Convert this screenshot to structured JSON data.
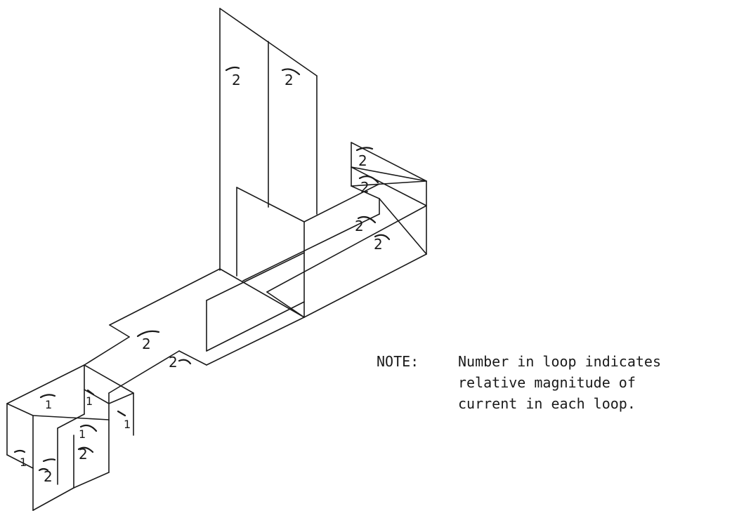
{
  "note": {
    "label": "NOTE:",
    "lines": [
      "Number in loop indicates",
      "relative magnitude of",
      "current in each loop."
    ]
  },
  "loops": {
    "tall_left": "2",
    "tall_right": "2",
    "arm_upper": "2",
    "arm_lower": "2",
    "arm_mid_upper": "2",
    "arm_mid_lower": "2",
    "center_upper": "2",
    "center_lower": "2",
    "box_top": "1",
    "box_mid": "1",
    "box_small_left": "1",
    "box_small_right": "1",
    "box_side": "1",
    "bottom_left": "2",
    "bottom_right": "2"
  }
}
